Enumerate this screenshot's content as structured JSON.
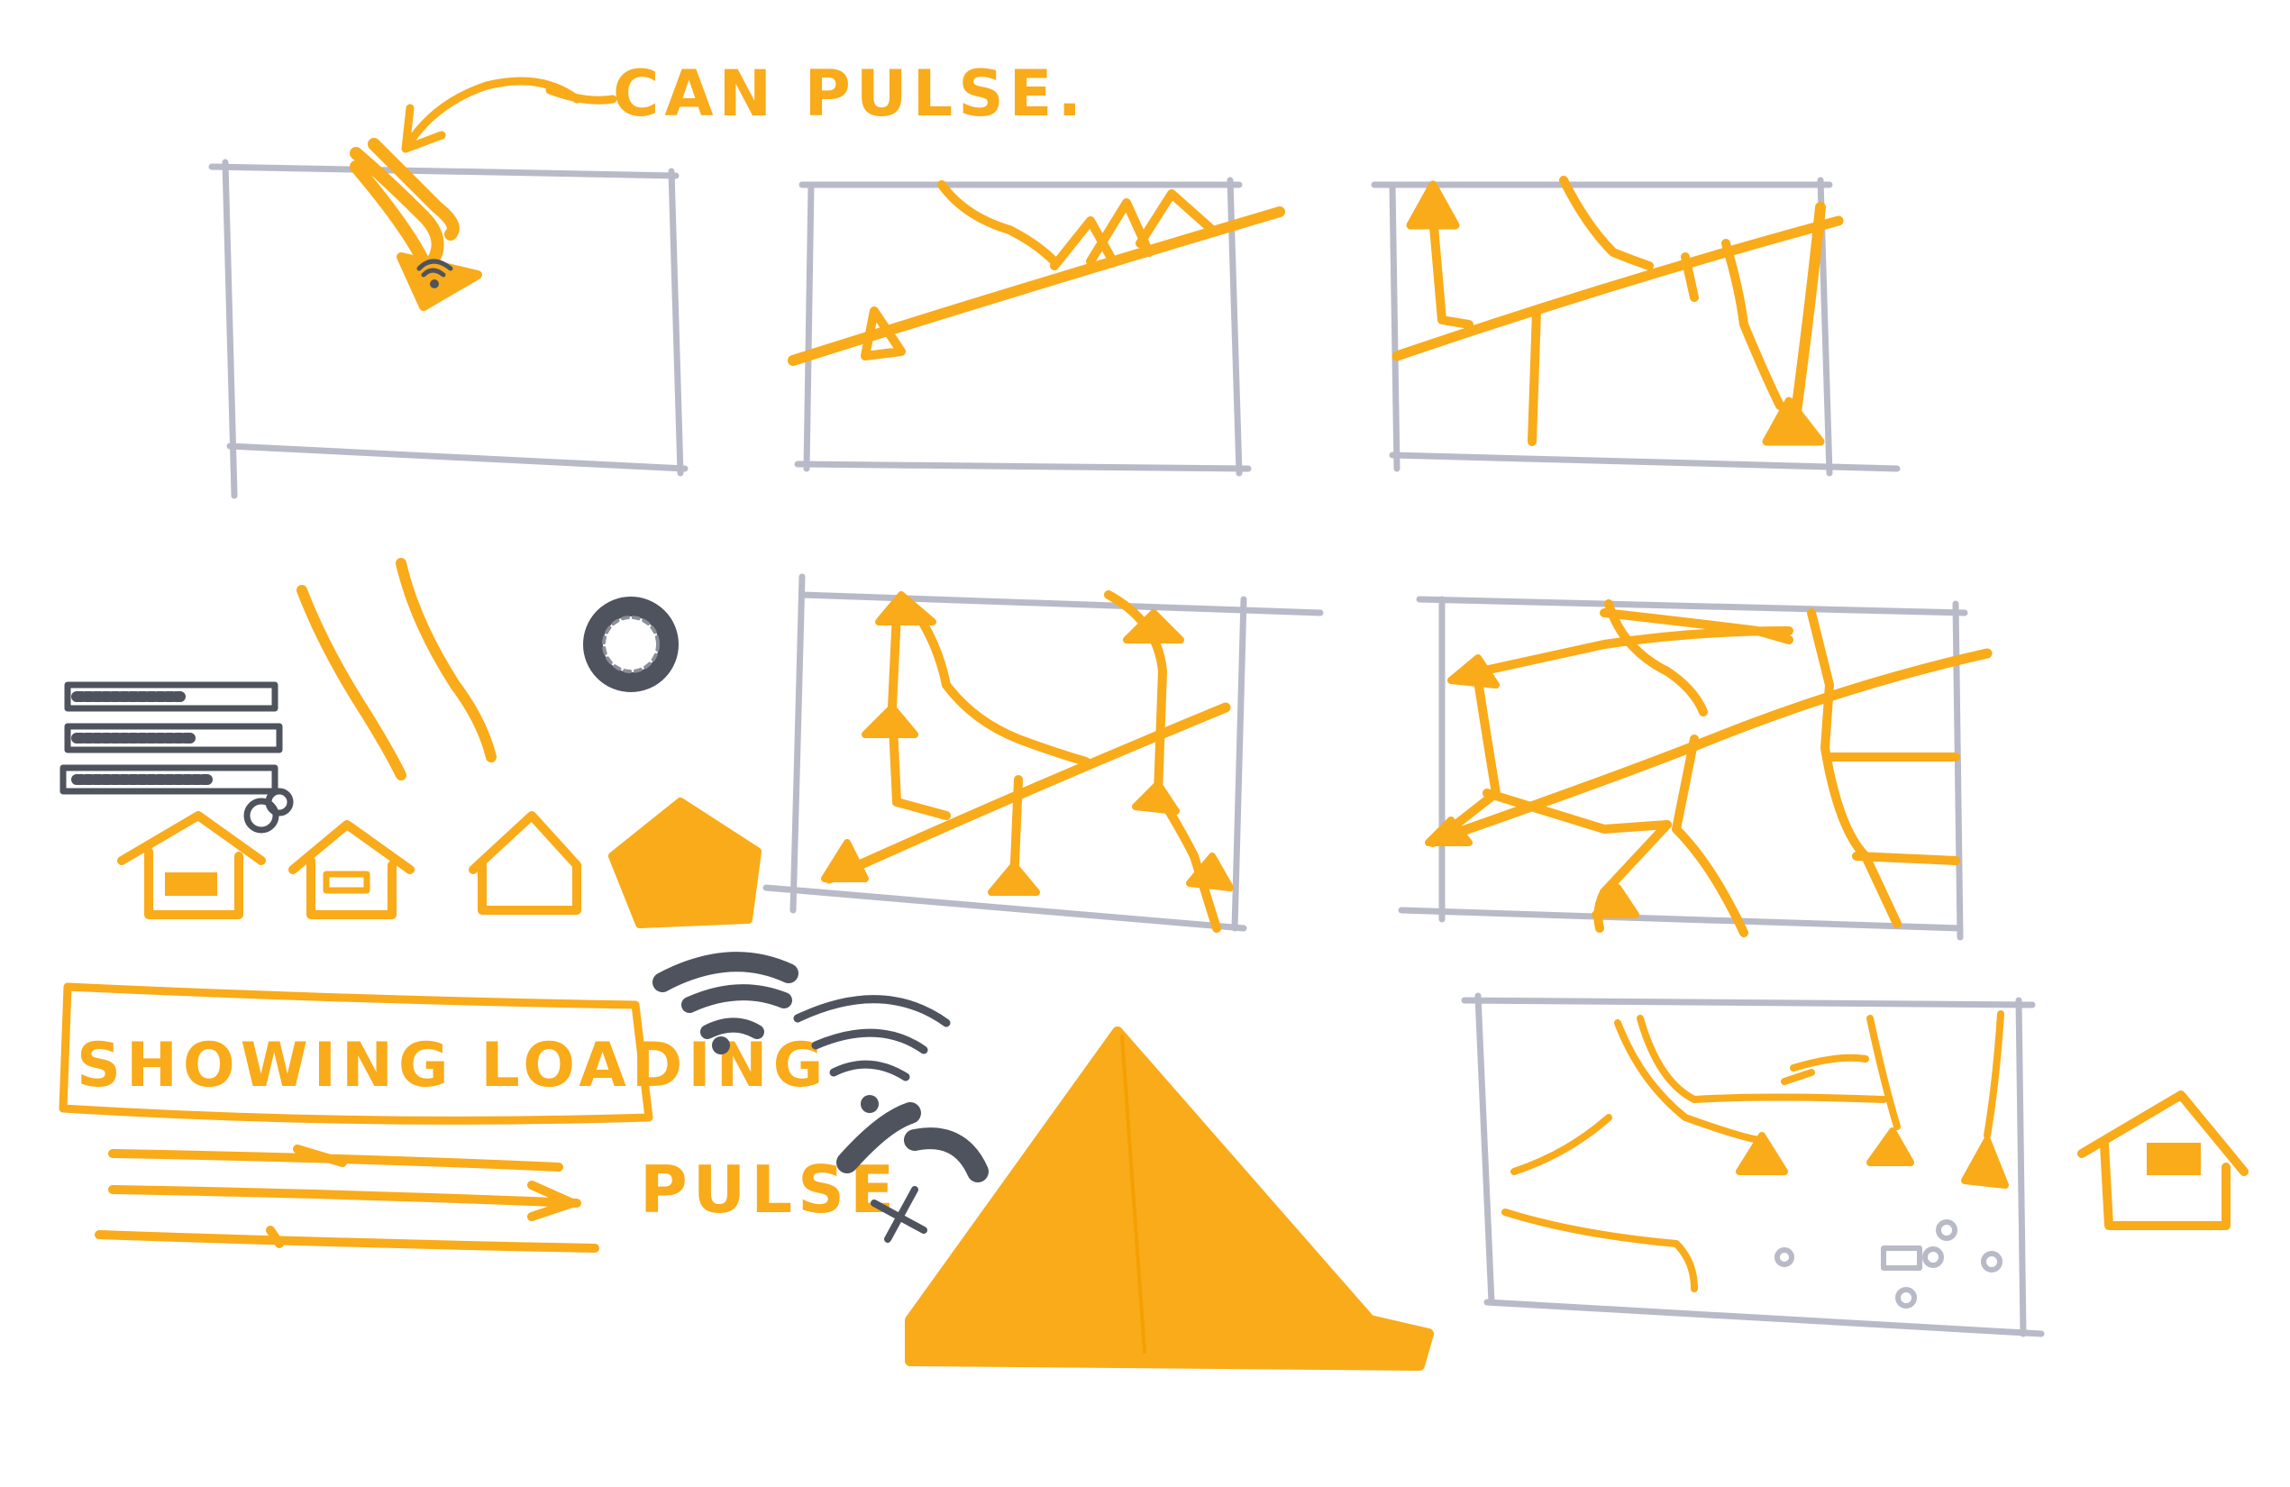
{
  "annotations": {
    "can_pulse": "CAN PULSE.",
    "showing_loading": "SHOWING LOADING",
    "pulse": "PULSE"
  },
  "colors": {
    "marker_orange": "#f9ab1a",
    "frame_gray": "#b9bac8",
    "ink_gray": "#4f535e",
    "paper": "#ffffff"
  },
  "icons": [
    "map-pin-icon",
    "wifi-signal-icon",
    "no-signal-icon",
    "loading-ring-icon",
    "server-rack-icon",
    "house-icon",
    "triangle-marker-icon"
  ]
}
